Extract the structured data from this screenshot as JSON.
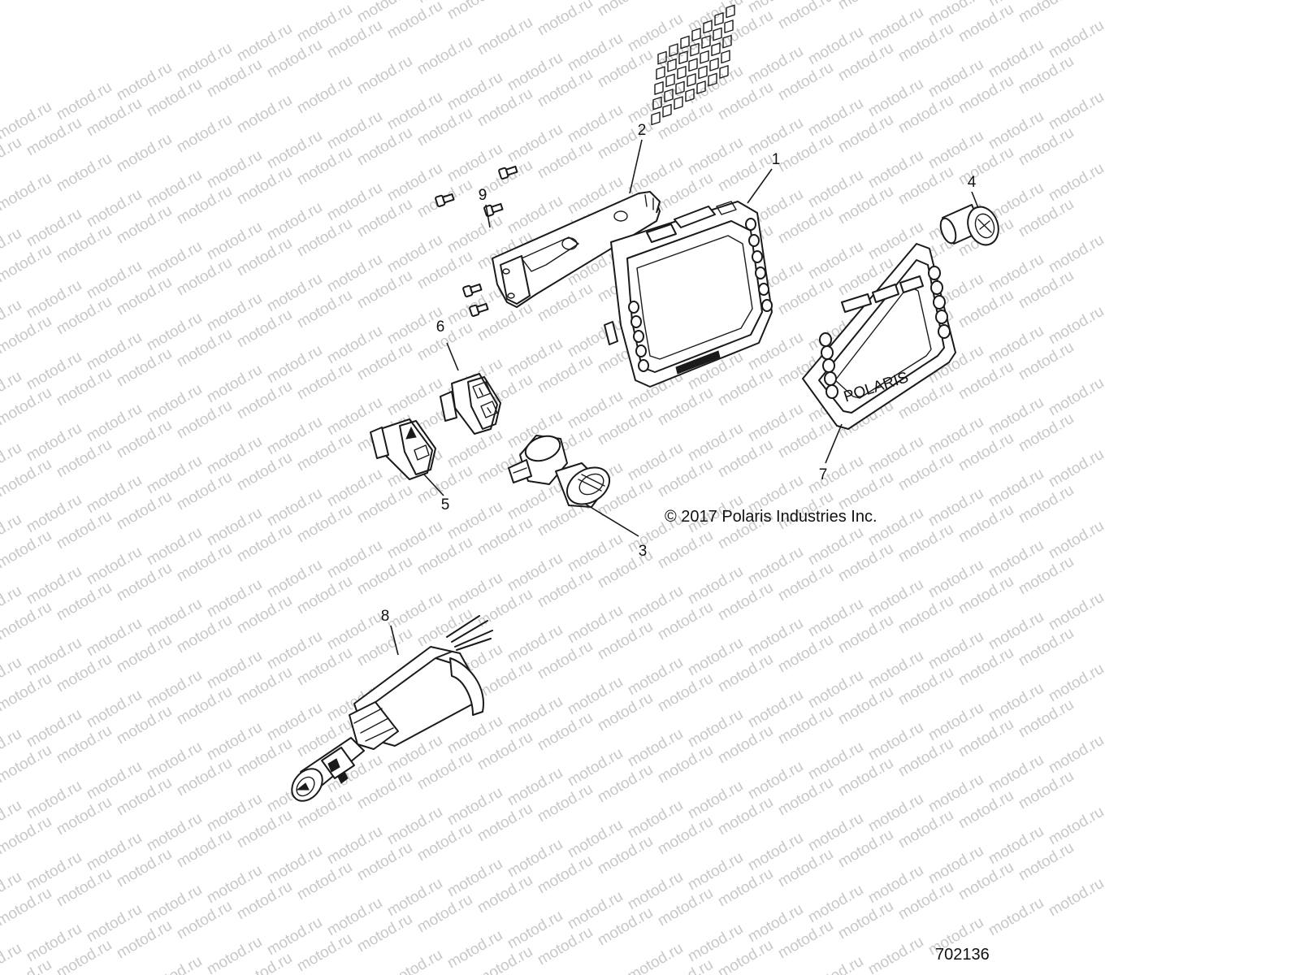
{
  "diagram": {
    "callouts": [
      "1",
      "2",
      "3",
      "4",
      "5",
      "6",
      "7",
      "8",
      "9"
    ],
    "copyright": "© 2017 Polaris Industries Inc.",
    "figure_number": "702136",
    "watermark": "motod.ru",
    "display_brand": "POLARIS",
    "line_color": "#1a1a1a",
    "background": "#ffffff"
  }
}
